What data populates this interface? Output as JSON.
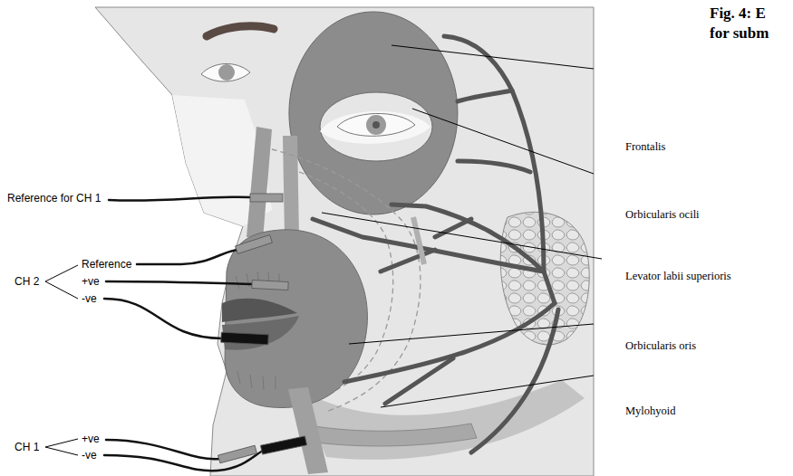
{
  "diagram": {
    "title": "Fig. 4: E for subm",
    "labels": [
      "Reference for CH 1",
      "CH 2",
      "Reference",
      "+ve",
      "-ve",
      "CH 1",
      "+ve",
      "-ve",
      "Frontalis",
      "Orbicularis ocili",
      "Levator labii superioris",
      "Orbicularis oris",
      "Mylohyoid"
    ]
  }
}
